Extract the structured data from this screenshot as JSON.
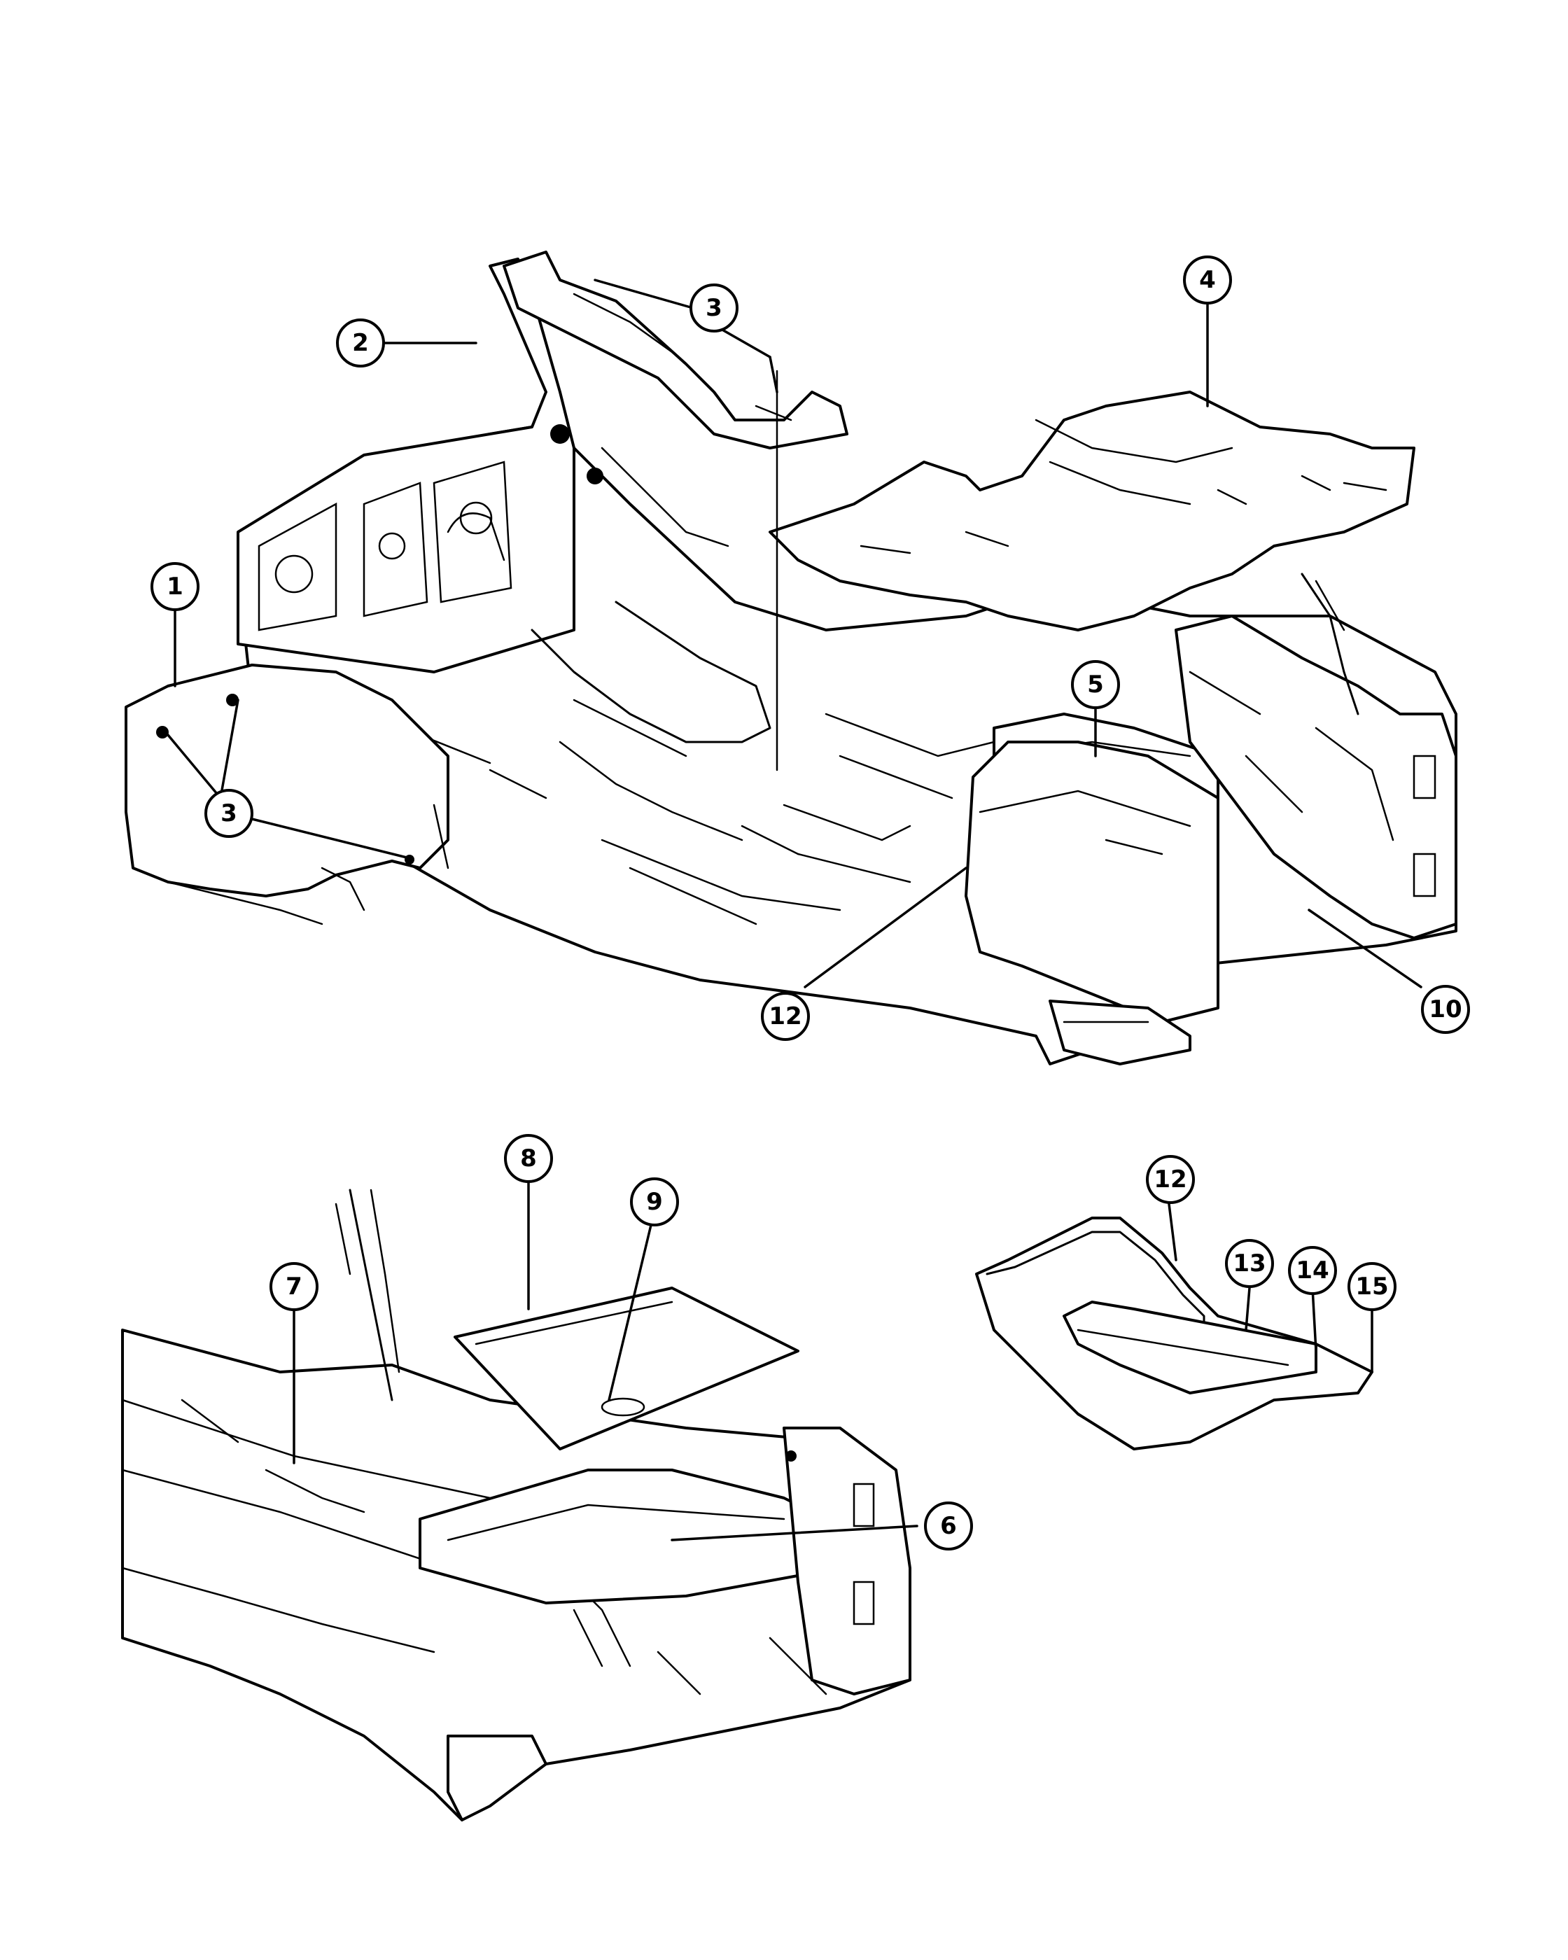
{
  "diagram": {
    "views": [
      "top-assembly",
      "rear-cargo-assembly",
      "mat-detail"
    ],
    "callouts": [
      {
        "id": "c1",
        "label": "1"
      },
      {
        "id": "c2",
        "label": "2"
      },
      {
        "id": "c3a",
        "label": "3"
      },
      {
        "id": "c3b",
        "label": "3"
      },
      {
        "id": "c4",
        "label": "4"
      },
      {
        "id": "c5",
        "label": "5"
      },
      {
        "id": "c10",
        "label": "10"
      },
      {
        "id": "c12a",
        "label": "12"
      },
      {
        "id": "c8",
        "label": "8"
      },
      {
        "id": "c9",
        "label": "9"
      },
      {
        "id": "c7",
        "label": "7"
      },
      {
        "id": "c6",
        "label": "6"
      },
      {
        "id": "c12b",
        "label": "12"
      },
      {
        "id": "c13",
        "label": "13"
      },
      {
        "id": "c14",
        "label": "14"
      },
      {
        "id": "c15",
        "label": "15"
      }
    ]
  },
  "colors": {
    "line": "#000000",
    "background": "#ffffff"
  }
}
